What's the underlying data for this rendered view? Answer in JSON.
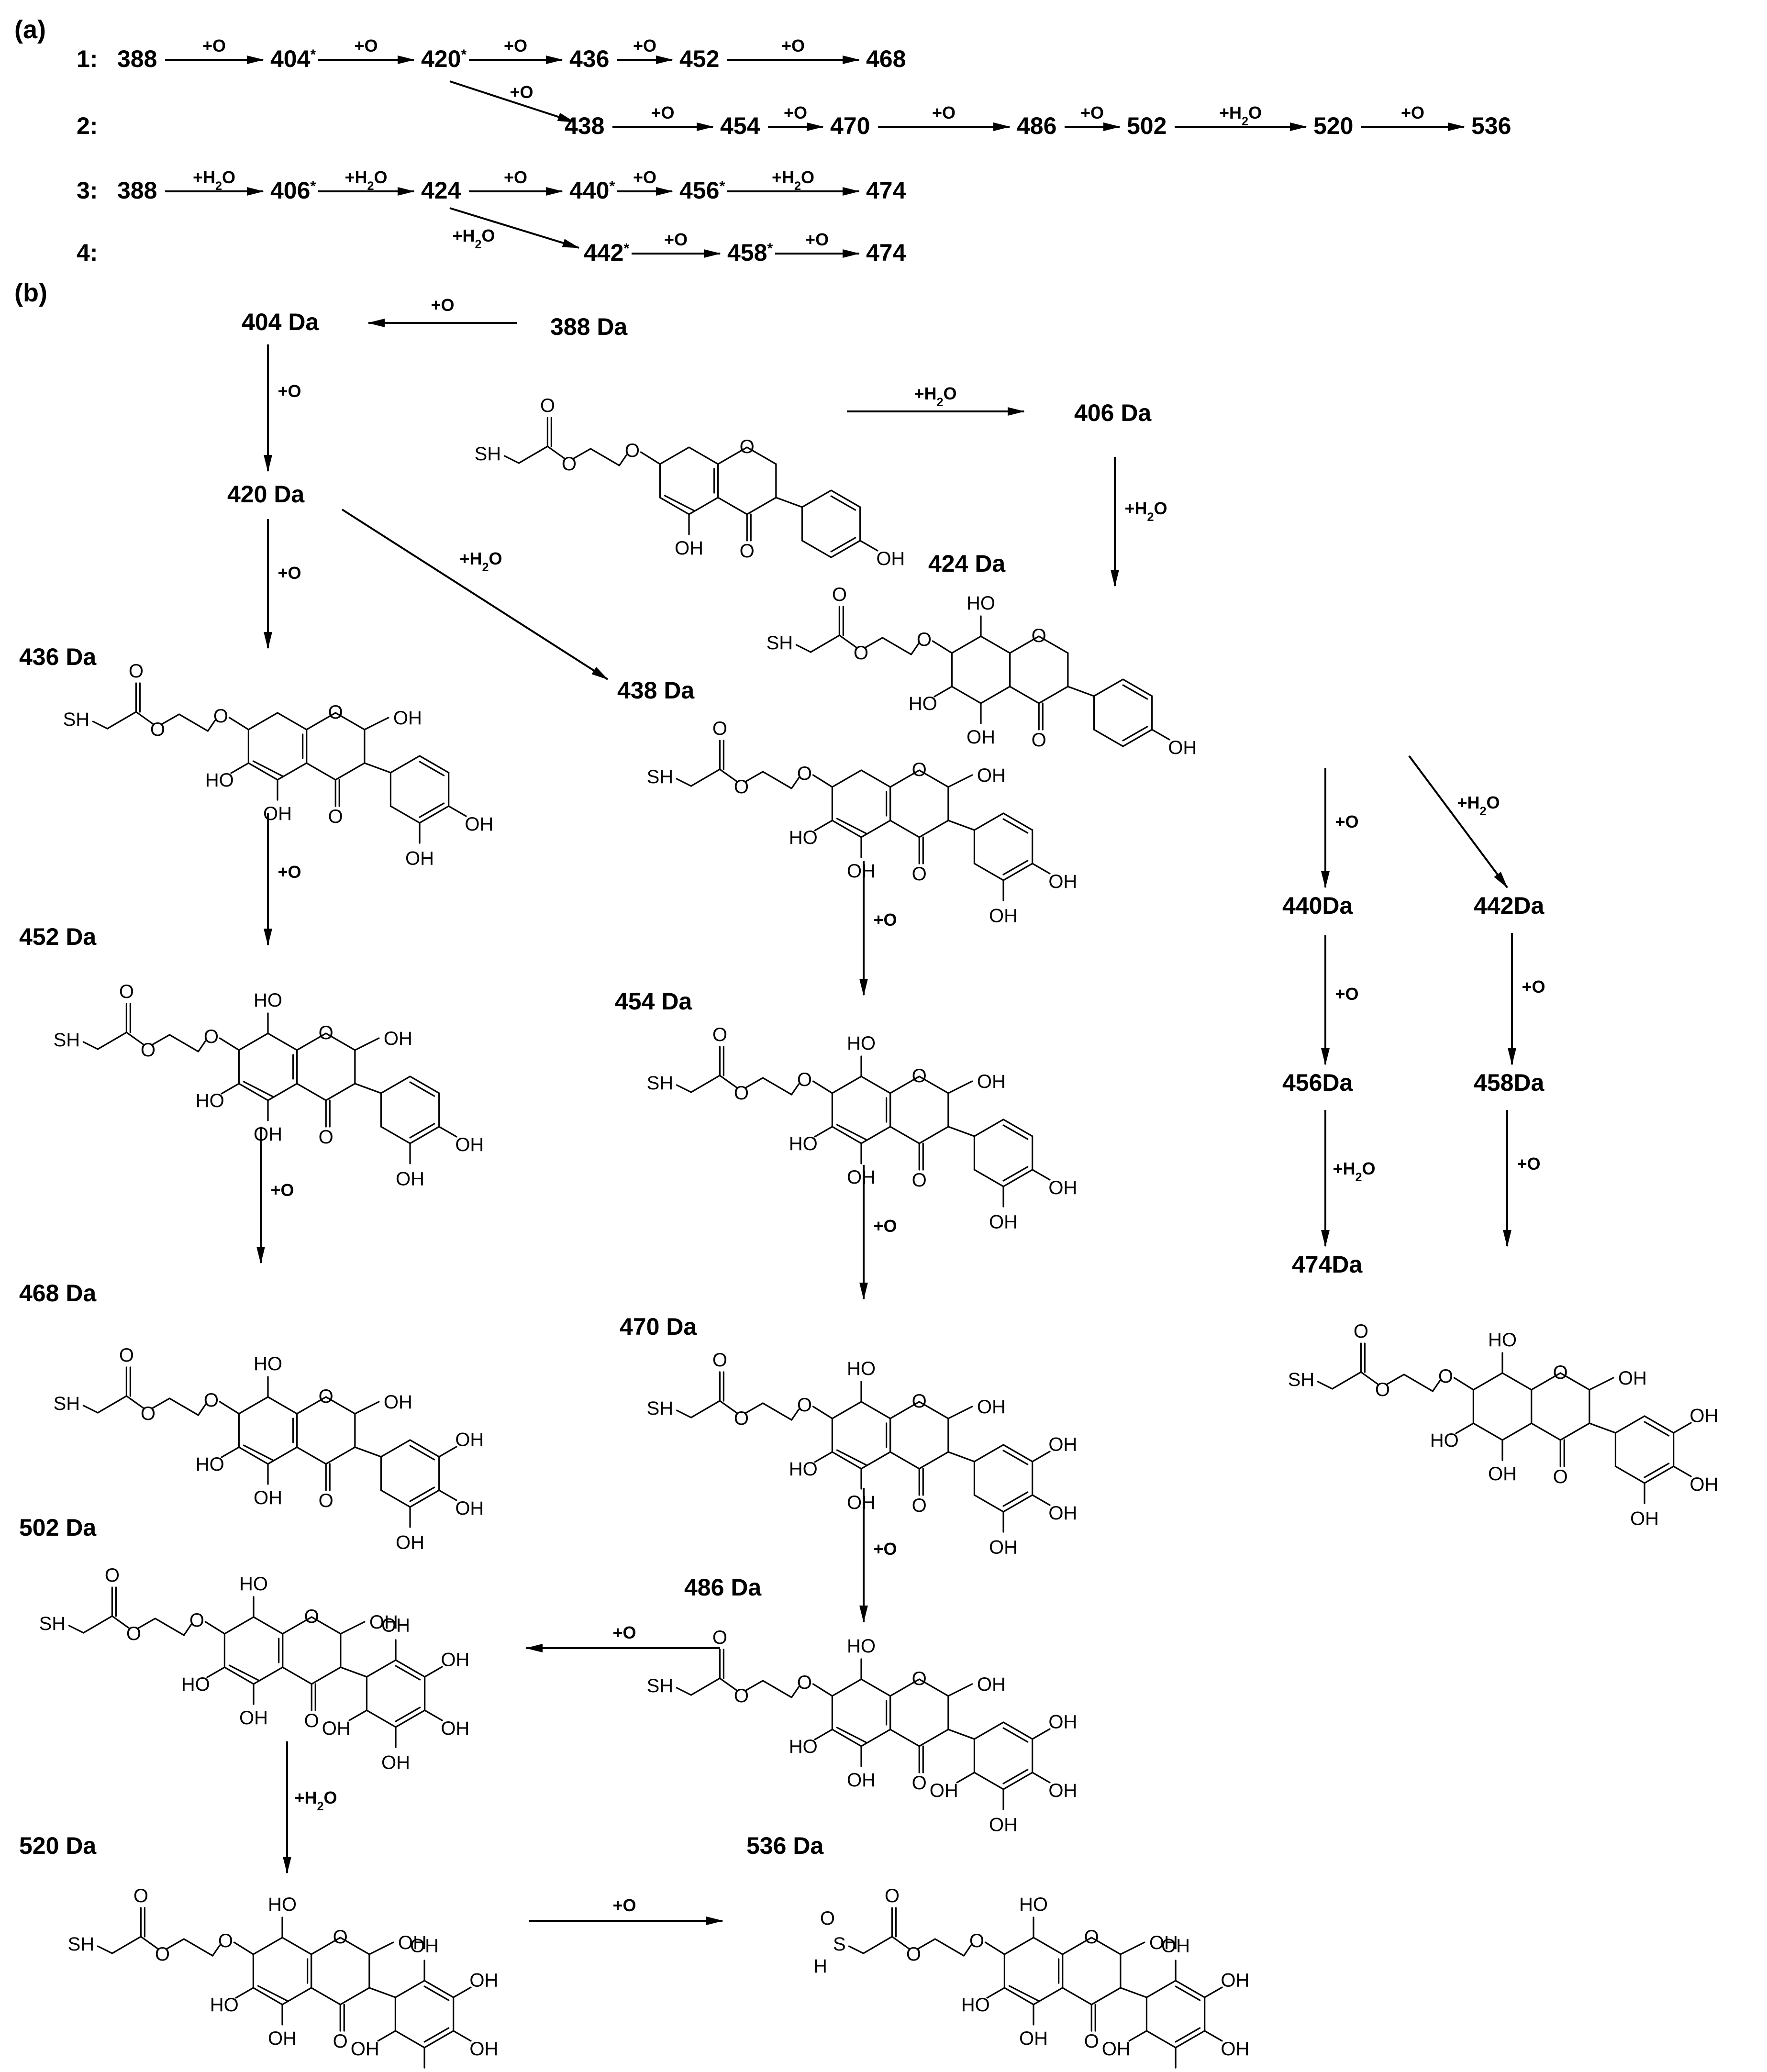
{
  "panel_a": {
    "label": "(a)",
    "rows": [
      {
        "label": "1:",
        "nodes": [
          {
            "value": "388",
            "star": false
          },
          {
            "value": "404",
            "star": true
          },
          {
            "value": "420",
            "star": true
          },
          {
            "value": "436",
            "star": false
          },
          {
            "value": "452",
            "star": false
          },
          {
            "value": "468",
            "star": false
          }
        ],
        "edges": [
          "+O",
          "+O",
          "+O",
          "+O",
          "+O"
        ]
      },
      {
        "label": "2:",
        "nodes": [
          {
            "value": "438",
            "star": false
          },
          {
            "value": "454",
            "star": false
          },
          {
            "value": "470",
            "star": false
          },
          {
            "value": "486",
            "star": false
          },
          {
            "value": "502",
            "star": false
          },
          {
            "value": "520",
            "star": false
          },
          {
            "value": "536",
            "star": false
          }
        ],
        "edges": [
          "+O",
          "+O",
          "+O",
          "+O",
          "+H2O",
          "+O"
        ],
        "branch_in": "+O"
      },
      {
        "label": "3:",
        "nodes": [
          {
            "value": "388",
            "star": false
          },
          {
            "value": "406",
            "star": true
          },
          {
            "value": "424",
            "star": false
          },
          {
            "value": "440",
            "star": true
          },
          {
            "value": "456",
            "star": true
          },
          {
            "value": "474",
            "star": false
          }
        ],
        "edges": [
          "+H2O",
          "+H2O",
          "+O",
          "+O",
          "+H2O"
        ]
      },
      {
        "label": "4:",
        "nodes": [
          {
            "value": "442",
            "star": true
          },
          {
            "value": "458",
            "star": true
          },
          {
            "value": "474",
            "star": false
          }
        ],
        "edges": [
          "+O",
          "+O"
        ],
        "branch_in": "+H2O"
      }
    ]
  },
  "panel_b": {
    "label": "(b)",
    "compounds": {
      "c388": "388 Da",
      "c404": "404 Da",
      "c406": "406 Da",
      "c420": "420 Da",
      "c424": "424 Da",
      "c436": "436 Da",
      "c438": "438 Da",
      "c440": "440Da",
      "c442": "442Da",
      "c452": "452 Da",
      "c454": "454 Da",
      "c456": "456Da",
      "c458": "458Da",
      "c468": "468 Da",
      "c470": "470 Da",
      "c474": "474Da",
      "c486": "486 Da",
      "c502": "502 Da",
      "c520": "520 Da",
      "c536": "536 Da"
    },
    "arrows": {
      "a388_404": "+O",
      "a388_406": "+H2O",
      "a404_420": "+O",
      "a406_424": "+H2O",
      "a420_436": "+O",
      "a420_438": "+H2O",
      "a424_440": "+O",
      "a424_442": "+H2O",
      "a436_452": "+O",
      "a438_454": "+O",
      "a440_456": "+O",
      "a442_458": "+O",
      "a452_468": "+O",
      "a454_470": "+O",
      "a456_474": "+H2O",
      "a458_structure": "+O",
      "a470_486": "+O",
      "a486_502": "+O",
      "a502_520": "+H2O",
      "a520_536": "+O"
    },
    "atoms": {
      "oh": "OH",
      "ho": "HO",
      "o": "O",
      "sh": "SH",
      "s": "S",
      "h": "H"
    }
  }
}
